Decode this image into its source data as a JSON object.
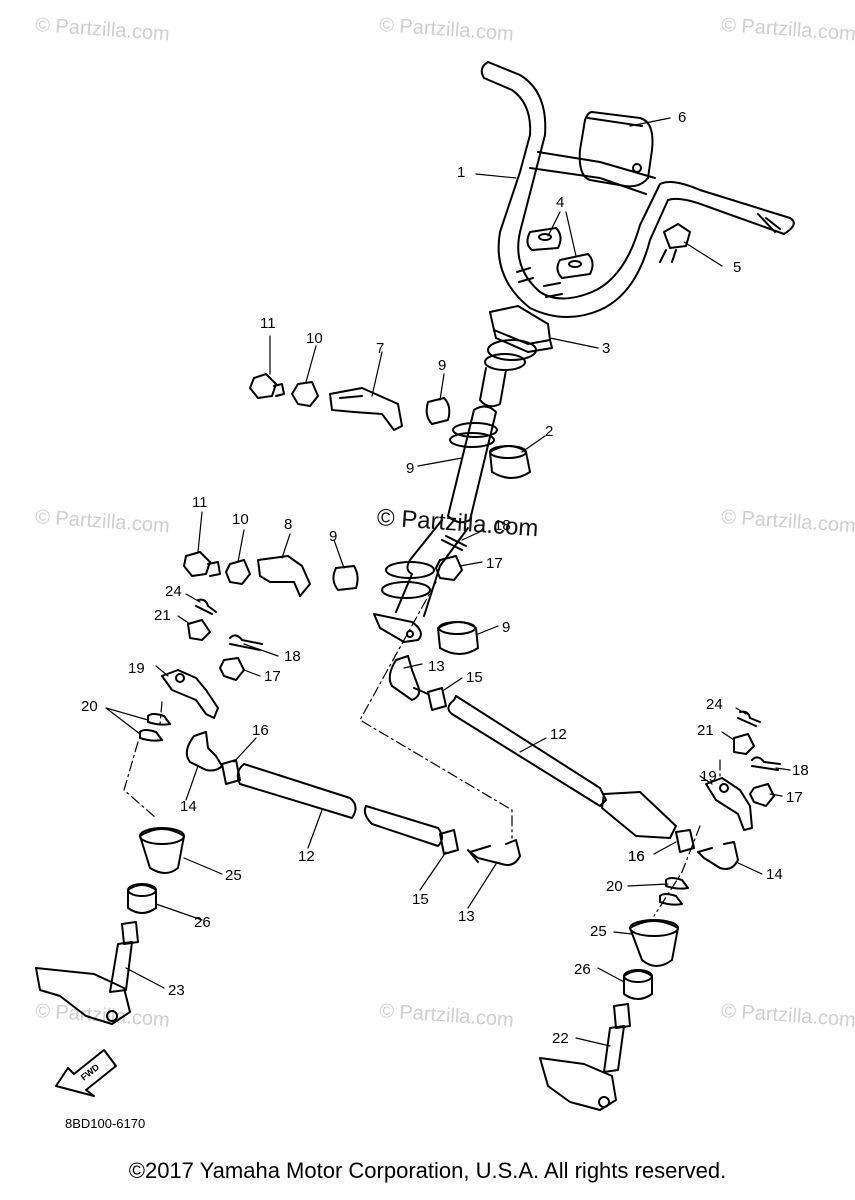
{
  "watermark": {
    "text": "© Partzilla.com",
    "center_text": "© Partzilla.com"
  },
  "callouts": [
    "1",
    "6",
    "4",
    "5",
    "3",
    "11",
    "10",
    "7",
    "9",
    "2",
    "9",
    "11",
    "10",
    "8",
    "9",
    "18",
    "17",
    "9",
    "24",
    "21",
    "18",
    "19",
    "17",
    "13",
    "15",
    "20",
    "12",
    "16",
    "14",
    "24",
    "21",
    "18",
    "19",
    "17",
    "12",
    "16",
    "14",
    "25",
    "26",
    "15",
    "13",
    "16",
    "20",
    "25",
    "26",
    "23",
    "22"
  ],
  "part_code": "8BD100-6170",
  "fwd_label": "FWD",
  "copyright": "©2017 Yamaha Motor Corporation, U.S.A. All rights reserved."
}
